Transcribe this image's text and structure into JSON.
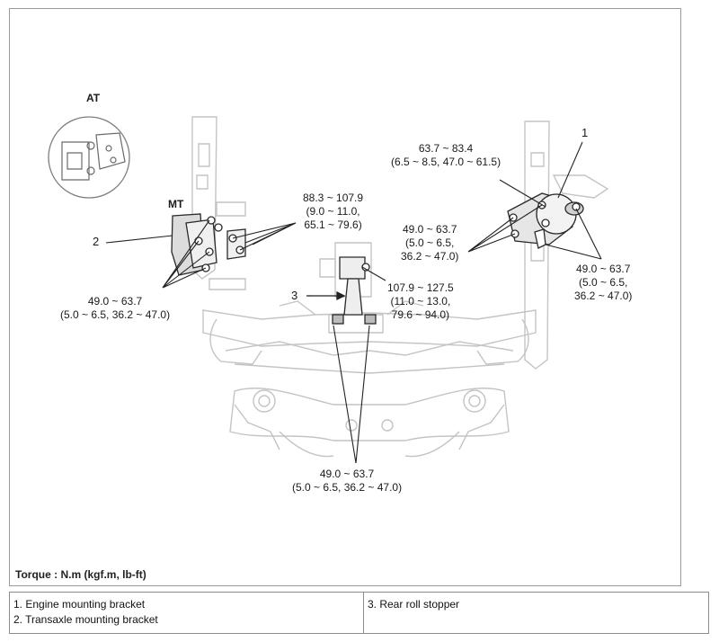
{
  "figure": {
    "labels": {
      "at": "AT",
      "mt": "MT",
      "callout_1": "1",
      "callout_2": "2",
      "callout_3": "3",
      "torque_top_center": [
        "88.3 ~ 107.9",
        "(9.0 ~ 11.0,",
        "65.1 ~ 79.6)"
      ],
      "torque_left": [
        "49.0 ~ 63.7",
        "(5.0 ~ 6.5, 36.2 ~ 47.0)"
      ],
      "torque_roll_stopper": [
        "107.9 ~ 127.5",
        "(11.0 ~ 13.0,",
        "79.6 ~ 94.0)"
      ],
      "torque_bottom": [
        "49.0 ~ 63.7",
        "(5.0 ~ 6.5, 36.2 ~ 47.0)"
      ],
      "torque_right_top": [
        "63.7 ~ 83.4",
        "(6.5 ~ 8.5, 47.0 ~ 61.5)"
      ],
      "torque_right_mid": [
        "49.0 ~ 63.7",
        "(5.0 ~ 6.5,",
        "36.2 ~ 47.0)"
      ],
      "torque_right_low": [
        "49.0 ~ 63.7",
        "(5.0 ~ 6.5,",
        "36.2 ~ 47.0)"
      ]
    },
    "torque_unit_note": "Torque : N.m (kgf.m, lb-ft)"
  },
  "legend": {
    "left_items": [
      "1. Engine mounting bracket",
      "2. Transaxle mounting bracket"
    ],
    "right_items": [
      "3. Rear roll stopper"
    ]
  }
}
